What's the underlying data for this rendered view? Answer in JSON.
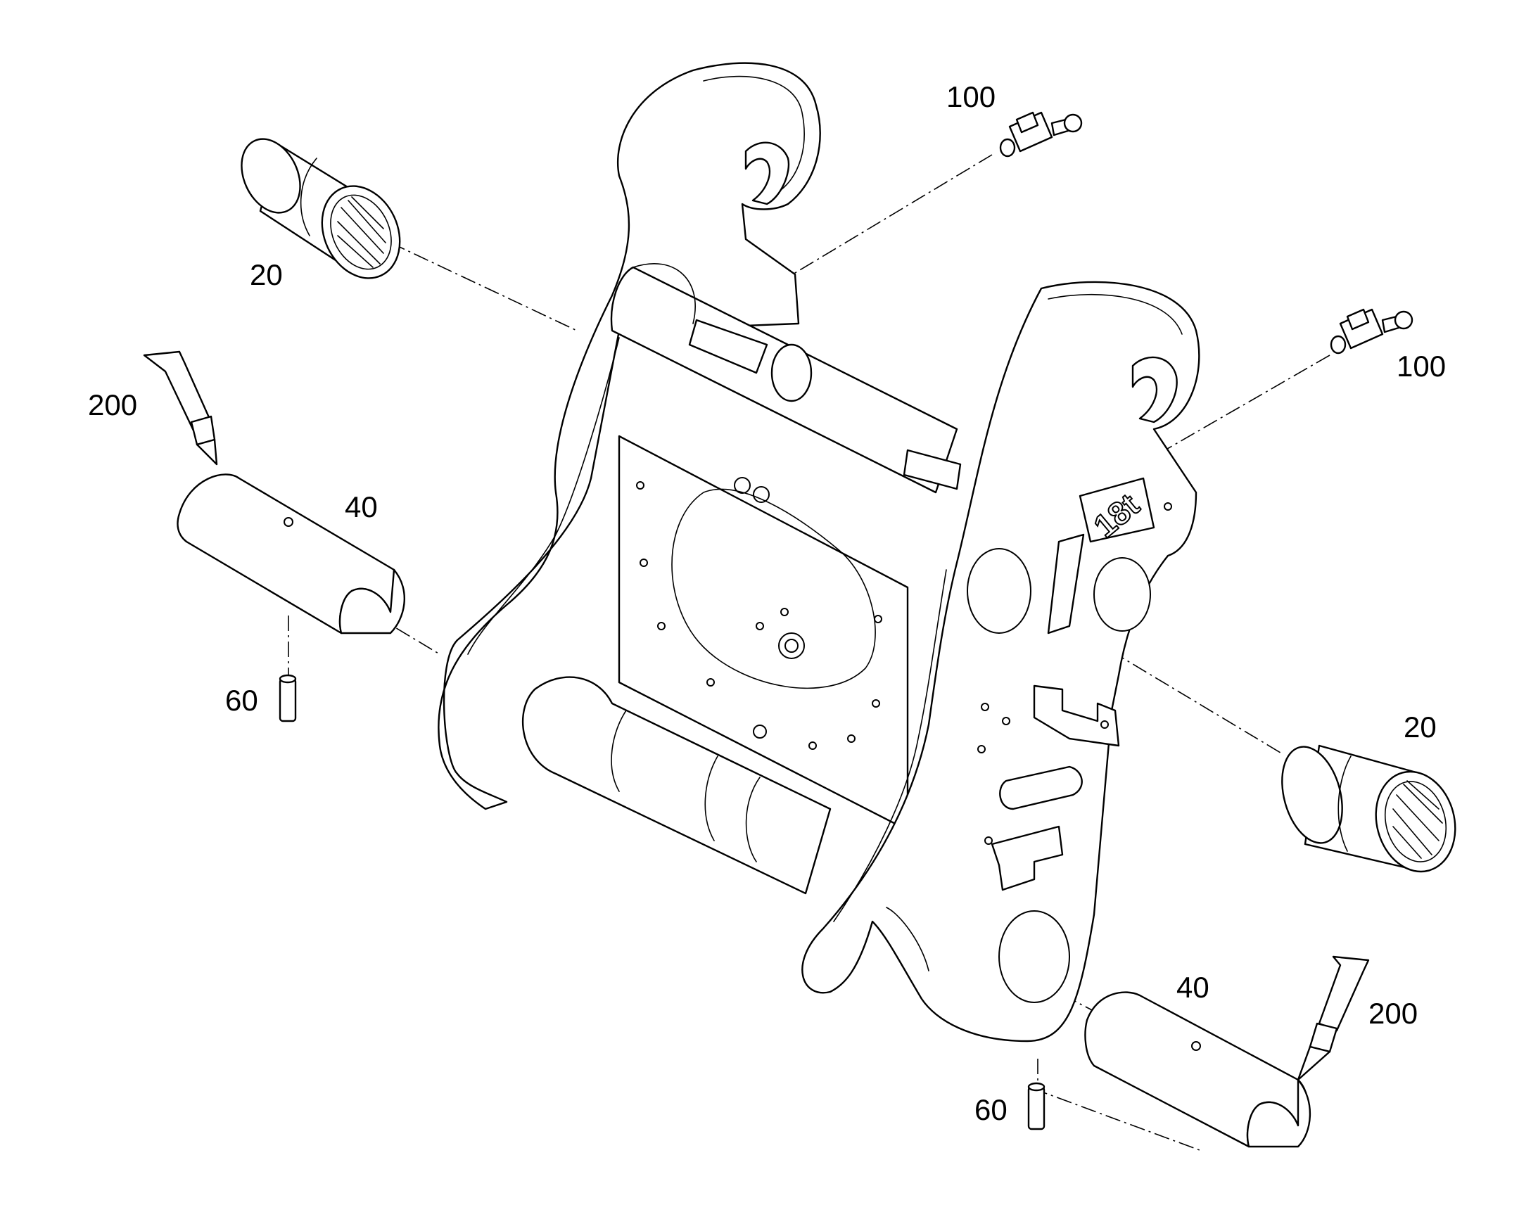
{
  "callouts": {
    "bushing_top_left": "20",
    "bushing_right": "20",
    "nipple_top": "100",
    "nipple_right": "100",
    "shell_left": "40",
    "shell_right": "40",
    "pin_left": "60",
    "pin_right": "60",
    "tube_left": "200",
    "tube_right": "200"
  },
  "stamp": "18t"
}
